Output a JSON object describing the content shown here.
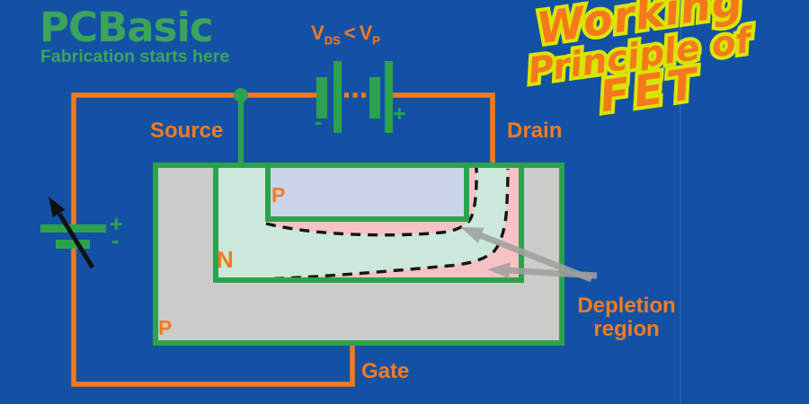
{
  "brand": {
    "logo": "PCBasic",
    "tagline": "Fabrication starts here"
  },
  "headline": {
    "line1": "Working",
    "line2": "Principle of",
    "line3": "FET"
  },
  "bias_label": {
    "v": "V",
    "v_sub": "DS",
    "operator": "<",
    "vp": "V",
    "vp_sub": "P"
  },
  "terminals": {
    "source": "Source",
    "drain": "Drain",
    "gate": "Gate"
  },
  "regions": {
    "top_gate": "P",
    "channel": "N",
    "substrate": "P"
  },
  "annotation": {
    "depletion_line1": "Depletion",
    "depletion_line2": "region"
  },
  "battery_drain": {
    "plus": "+",
    "minus": "-"
  },
  "battery_gate": {
    "plus": "+",
    "minus": "-"
  },
  "colors": {
    "background": "#1351A5",
    "orange": "#F57B20",
    "green": "#2DA24E",
    "logo_green": "#3BA45C",
    "substrate_gray": "#CBCBC9",
    "channel_mint": "#CBE9DA",
    "gate_lavender": "#CBD4E9",
    "depletion_pink": "#F6C2C6",
    "arrow_gray": "#A0A09E",
    "headline_fill": "#F5791B",
    "headline_stroke": "#D9E500"
  }
}
